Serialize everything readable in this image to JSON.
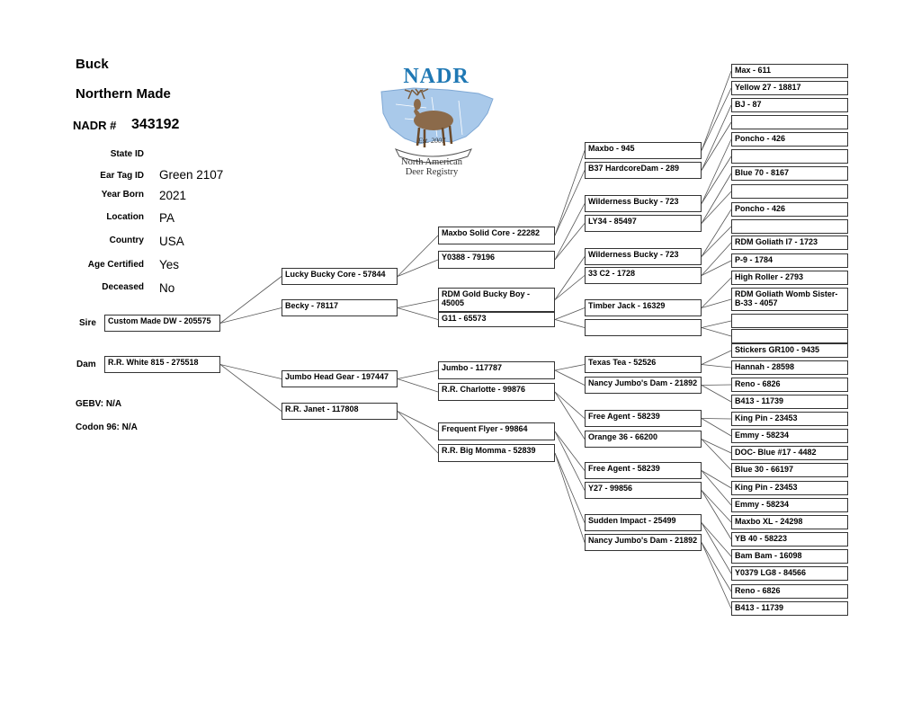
{
  "animal": {
    "type": "Buck",
    "name": "Northern Made",
    "nadr_label": "NADR #",
    "nadr_number": "343192"
  },
  "details": [
    {
      "label": "State ID",
      "value": ""
    },
    {
      "label": "Ear Tag ID",
      "value": "Green 2107"
    },
    {
      "label": "Year Born",
      "value": "2021"
    },
    {
      "label": "Location",
      "value": "PA"
    },
    {
      "label": "Country",
      "value": "USA"
    },
    {
      "label": "Age Certified",
      "value": "Yes"
    },
    {
      "label": "Deceased",
      "value": "No"
    }
  ],
  "side_labels": {
    "sire": "Sire",
    "dam": "Dam"
  },
  "gebv": "GEBV: N/A",
  "codon": "Codon 96: N/A",
  "logo": {
    "title": "NADR",
    "est": "Est. 2007",
    "line1": "North American",
    "line2": "Deer Registry",
    "icon": "deer-map-icon"
  },
  "pedigree": {
    "sire": "Custom Made DW - 205575",
    "dam": "R.R. White 815 - 275518",
    "gen2": [
      "Lucky Bucky Core - 57844",
      "Becky - 78117",
      "Jumbo Head Gear - 197447",
      "R.R. Janet - 117808"
    ],
    "gen3": [
      "Maxbo Solid Core - 22282",
      "Y0388 - 79196",
      "RDM Gold Bucky Boy - 45005",
      "G11 - 65573",
      "Jumbo - 117787",
      "R.R. Charlotte - 99876",
      "Frequent Flyer - 99864",
      "R.R. Big Momma - 52839"
    ],
    "gen4": [
      "Maxbo - 945",
      "B37 HardcoreDam  - 289",
      "Wilderness Bucky - 723",
      "LY34 - 85497",
      "Wilderness Bucky - 723",
      "33 C2 - 1728",
      "Timber Jack - 16329",
      "",
      "Texas Tea - 52526",
      "Nancy Jumbo's Dam - 21892",
      "Free Agent - 58239",
      "Orange 36 - 66200",
      "Free Agent - 58239",
      "Y27 - 99856",
      "Sudden Impact - 25499",
      "Nancy Jumbo's Dam - 21892"
    ],
    "gen5": [
      "Max - 611",
      "Yellow 27 - 18817",
      "BJ - 87",
      "",
      "Poncho - 426",
      "",
      "Blue 70 - 8167",
      "",
      "Poncho - 426",
      "",
      "RDM Goliath I7 - 1723",
      "P-9 - 1784",
      "High Roller - 2793",
      "RDM Goliath Womb Sister-B-33 - 4057",
      "",
      "",
      "Stickers GR100 - 9435",
      "Hannah - 28598",
      "Reno - 6826",
      "B413 - 11739",
      "King Pin - 23453",
      "Emmy - 58234",
      "DOC- Blue #17 - 4482",
      "Blue 30 - 66197",
      "King Pin - 23453",
      "Emmy - 58234",
      "Maxbo XL - 24298",
      "YB 40 - 58223",
      "Bam Bam - 16098",
      "Y0379  LG8 - 84566",
      "Reno - 6826",
      "B413 - 11739"
    ]
  }
}
